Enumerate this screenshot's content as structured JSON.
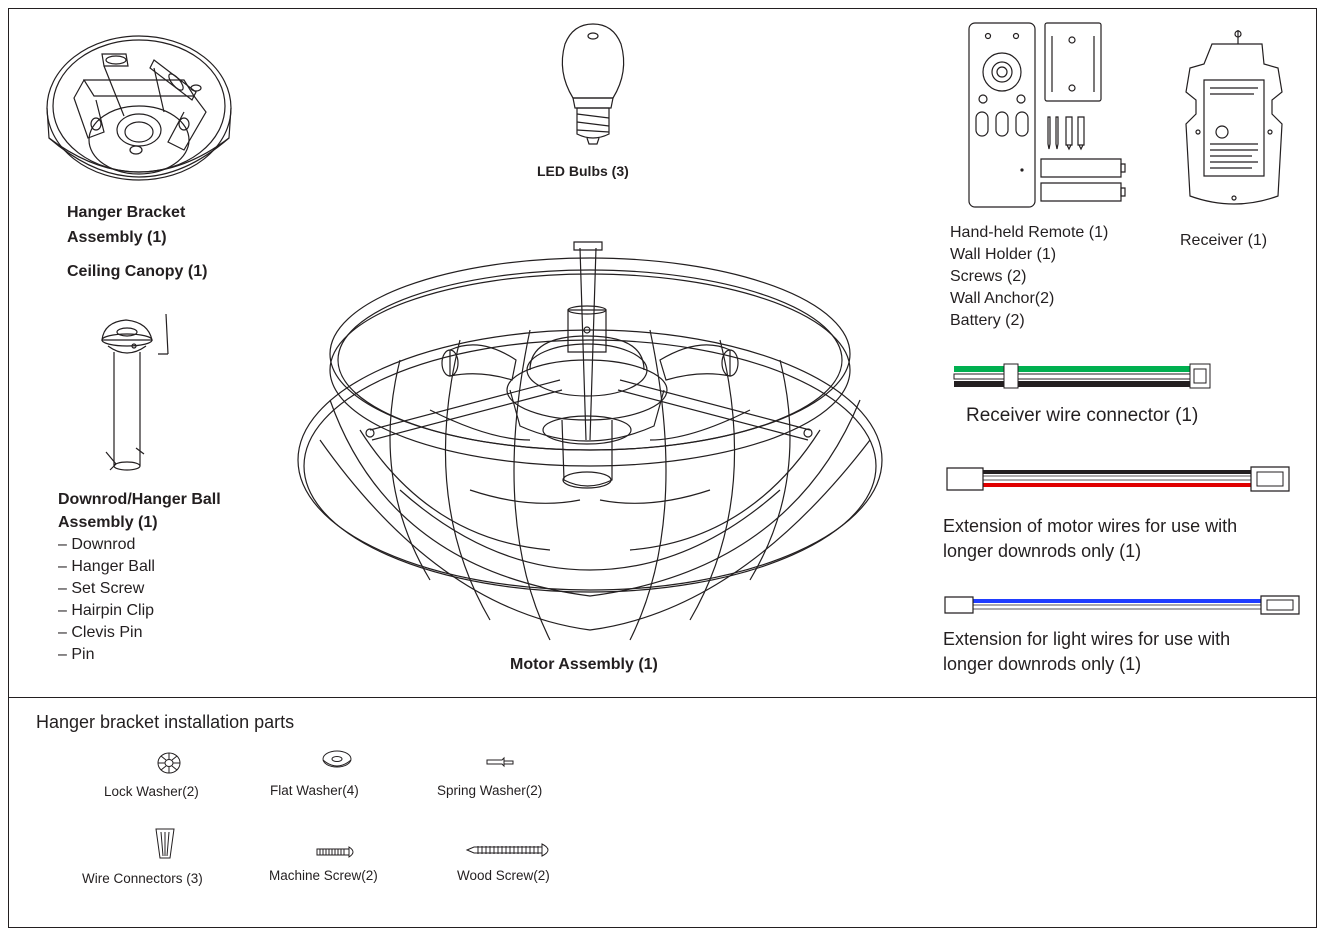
{
  "parts": {
    "hanger_bracket": {
      "label_line1": "Hanger Bracket",
      "label_line2": "Assembly (1)",
      "canopy_label": "Ceiling Canopy (1)"
    },
    "led_bulbs": {
      "label": "LED Bulbs (3)"
    },
    "remote": {
      "items": [
        "Hand-held Remote (1)",
        "Wall Holder (1)",
        "Screws (2)",
        "Wall Anchor(2)",
        "Battery (2)"
      ],
      "receiver_label": "Receiver (1)"
    },
    "downrod": {
      "label_line1": "Downrod/Hanger Ball",
      "label_line2": "Assembly (1)",
      "items": [
        "– Downrod",
        "– Hanger Ball",
        "– Set Screw",
        "– Hairpin Clip",
        "– Clevis Pin",
        "– Pin"
      ]
    },
    "motor": {
      "label": "Motor Assembly (1)"
    },
    "receiver_wire": {
      "label": "Receiver wire connector  (1)"
    },
    "motor_ext": {
      "label_line1": "Extension of motor wires for use with",
      "label_line2": "longer downrods only (1)"
    },
    "light_ext": {
      "label_line1": "Extension for light wires for use with",
      "label_line2": "longer downrods only (1)"
    }
  },
  "hardware": {
    "title": "Hanger bracket installation parts",
    "lock_washer": "Lock Washer(2)",
    "flat_washer": "Flat Washer(4)",
    "spring_washer": "Spring Washer(2)",
    "wire_connectors": "Wire Connectors (3)",
    "machine_screw": "Machine Screw(2)",
    "wood_screw": "Wood Screw(2)"
  },
  "colors": {
    "line": "#231f20",
    "wire_green": "#00b050",
    "wire_red": "#e00000",
    "wire_blue": "#1f3cff"
  }
}
